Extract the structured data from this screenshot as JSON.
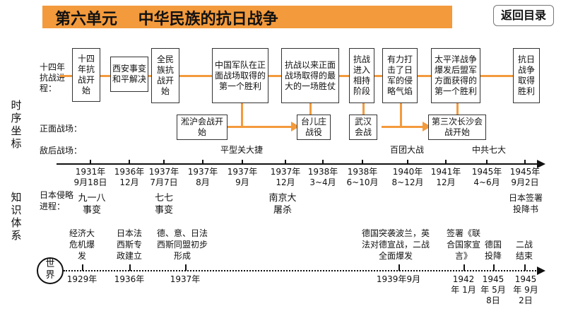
{
  "header": {
    "title": "第六单元　 中华民族的抗日战争",
    "back_button": "返回目录",
    "accent_color": "#f39a3c"
  },
  "side_labels": {
    "timeline": "时序坐标",
    "knowledge": "知识体系",
    "world": "世界"
  },
  "row_labels": {
    "process": "十四年抗战进程：",
    "front": "正面战场：",
    "rear": "敌后战场：",
    "jp_aggression": "日本侵略进程："
  },
  "process_boxes": [
    "十四年抗战开始",
    "西安事变和平解决",
    "全民族抗战开始",
    "中国军队在正面战场取得的第一个胜利",
    "抗战以来正面战场取得的最大的一场胜仗",
    "抗战进入相持阶段",
    "有力打击了日军的侵略气焰",
    "太平洋战争爆发后盟军方面获得的第一个胜利",
    "抗日战争取得胜利"
  ],
  "front_boxes": [
    "淞沪会战开始",
    "台儿庄战役",
    "武汉会战",
    "第三次长沙会战开始"
  ],
  "rear_events": [
    "平型关大捷",
    "百团大战",
    "中共七大"
  ],
  "china_dates": [
    "1931年 9月18日",
    "1936年 12月",
    "1937年 7月7日",
    "1937年 8月",
    "1937年 9月",
    "1937年 12月",
    "1938年 3~4月",
    "1938年 6~10月",
    "1940年 8~12月",
    "1941年 12月",
    "1945年 4~6月",
    "1945年 9月2日"
  ],
  "jp_events": [
    "九一八事变",
    "七七事变",
    "南京大屠杀",
    "日本签署投降书"
  ],
  "world_events": [
    "经济大危机爆发",
    "日本法西斯专政建立",
    "德、意、日法西斯同盟初步形成",
    "德国突袭波兰，英法对德宣战，二战全面爆发",
    "签署《联合国家宣言》",
    "德国投降",
    "二战结束"
  ],
  "world_dates": [
    "1929年",
    "1936年",
    "1937年",
    "1939年9月",
    "1942年 1月",
    "1945年 5月8日",
    "1945年 9月2日"
  ]
}
